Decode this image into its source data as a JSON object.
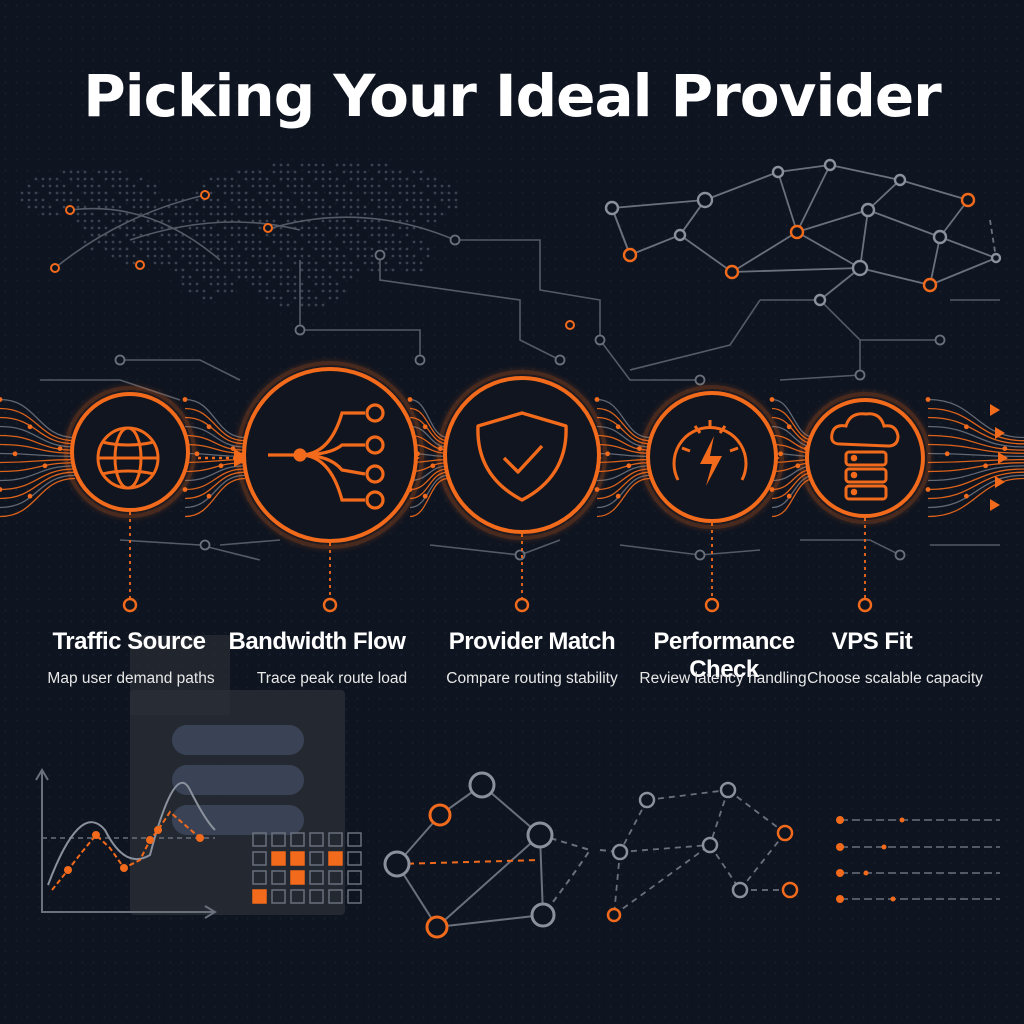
{
  "title": "Picking Your Ideal Provider",
  "steps": [
    {
      "title": "Traffic Source",
      "desc": "Map user demand paths",
      "icon": "globe-icon"
    },
    {
      "title": "Bandwidth Flow",
      "desc": "Trace peak route load",
      "icon": "branching-flow-icon"
    },
    {
      "title": "Provider Match",
      "desc": "Compare routing stability",
      "icon": "shield-check-icon"
    },
    {
      "title": "Performance Check",
      "desc": "Review latency handling",
      "icon": "speedometer-bolt-icon"
    },
    {
      "title": "VPS Fit",
      "desc": "Choose scalable capacity",
      "icon": "cloud-server-icon"
    }
  ],
  "colors": {
    "background": "#0e1420",
    "accent": "#f26a1b",
    "line": "#5f6672",
    "text": "#ffffff"
  }
}
